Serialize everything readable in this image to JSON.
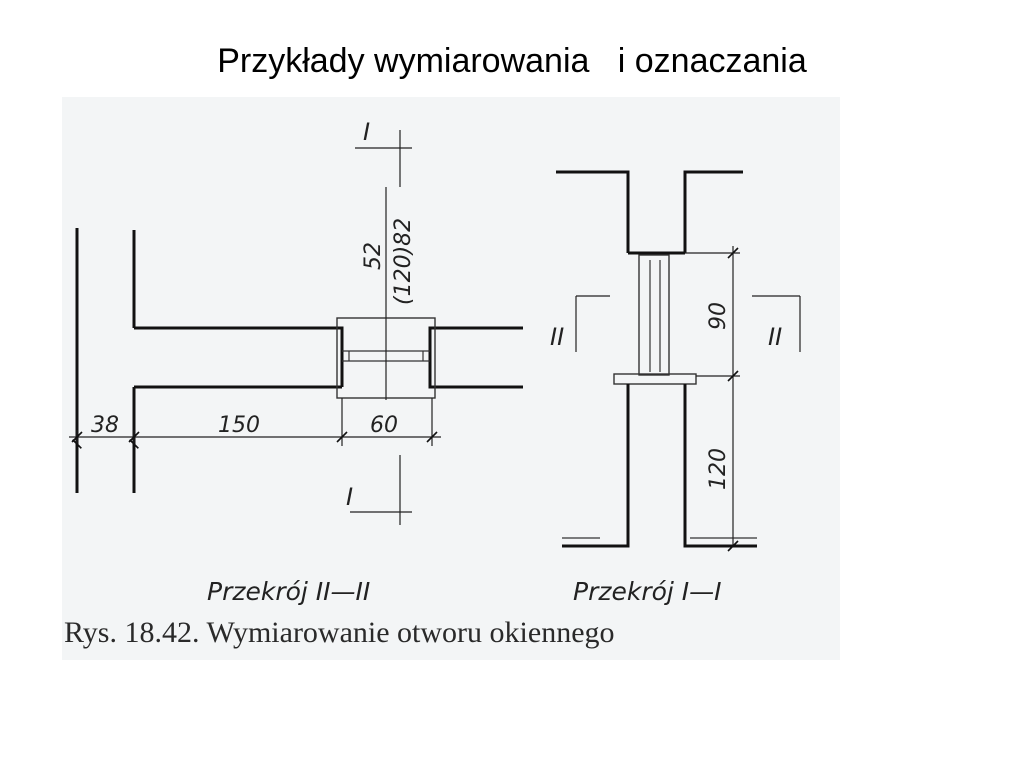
{
  "slide": {
    "title": "Przykłady wymiarowania   i oznaczania"
  },
  "figure": {
    "caption": "Rys. 18.42. Wymiarowanie otworu okiennego",
    "section_left": {
      "label": "Przekrój II—II",
      "section_mark": "I",
      "dimensions": {
        "wall_thickness": "38",
        "wall_to_opening": "150",
        "opening_depth": "60",
        "upper": "52",
        "upper_alt": "(120)82"
      }
    },
    "section_right": {
      "label": "Przekrój I—I",
      "section_mark": "II",
      "dimensions": {
        "opening_height": "90",
        "sill_height": "120"
      }
    }
  }
}
